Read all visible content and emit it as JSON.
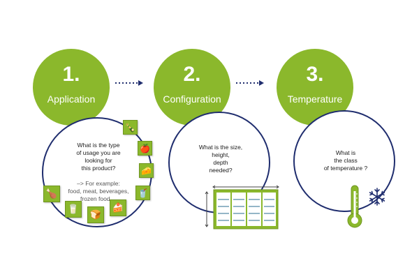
{
  "steps": [
    {
      "number": "1.",
      "title": "Application",
      "question_main": "What is the type\nof usage you are\nlooking for\nthis product?",
      "question_example": "–> For example:\nfood, meat, beverages,\nfrozen food,..."
    },
    {
      "number": "2.",
      "title": "Configuration",
      "question_main": "What is the size,\nheight,\ndepth\nneeded?"
    },
    {
      "number": "3.",
      "title": "Temperature",
      "question_main": "What is\nthe class\nof temperature ?"
    }
  ],
  "icons": {
    "application": [
      "bottles-icon",
      "apple-icon",
      "cheese-icon",
      "milk-carton-icon",
      "cake-icon",
      "bread-icon",
      "drink-icon",
      "chicken-icon"
    ],
    "configuration": "refrigerated-display-cabinet-icon",
    "temperature": [
      "thermometer-icon",
      "snowflake-icon"
    ],
    "connectors": [
      "dotted-arrow-icon",
      "dotted-arrow-icon"
    ]
  },
  "colors": {
    "green": "#8bb82c",
    "navy": "#1f2d6e"
  }
}
